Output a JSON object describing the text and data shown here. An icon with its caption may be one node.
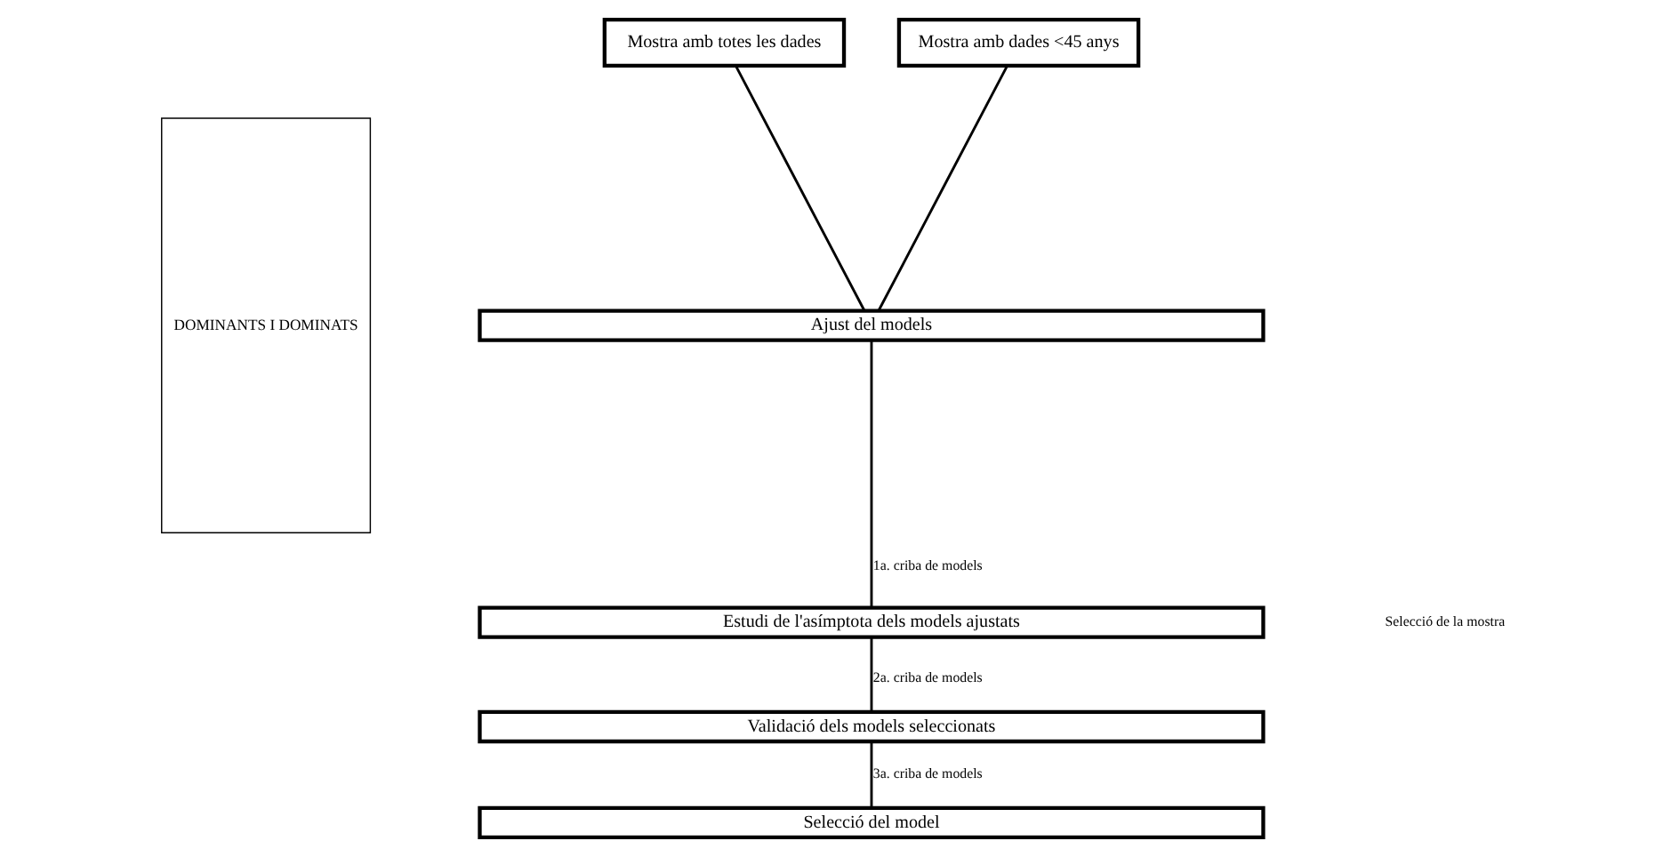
{
  "diagram": {
    "nodes": [
      {
        "text": [
          "DOMINANTS I DOMINATS"
        ]
      },
      {
        "text": [
          "Mostra amb totes les dades"
        ]
      },
      {
        "text": [
          "Mostra amb dades <45 anys"
        ]
      },
      {
        "text": [
          "Ajust del models"
        ]
      },
      {
        "text": [
          "Estudi de l'asímptota dels models ajustats"
        ]
      },
      {
        "text": [
          "Validació dels models seleccionats"
        ]
      },
      {
        "text": [
          "Selecció del model"
        ]
      }
    ],
    "edges": [
      {
        "from": 1,
        "to": 3,
        "arrow": "none"
      },
      {
        "from": 2,
        "to": 3,
        "arrow": "none"
      },
      {
        "from": 3,
        "to": 4,
        "arrow": "none",
        "label": "1a. criba de models"
      },
      {
        "from": 4,
        "to": 5,
        "arrow": "none",
        "label": "2a. criba de models"
      },
      {
        "from": 5,
        "to": 6,
        "arrow": "none",
        "label": "3a. criba de models"
      }
    ],
    "labels": [
      "Selecció de la mostra"
    ]
  }
}
